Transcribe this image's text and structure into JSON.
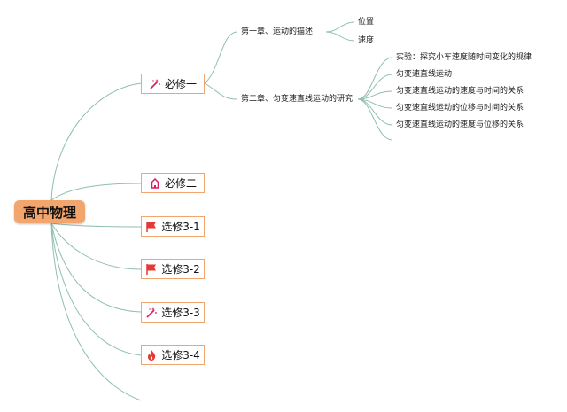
{
  "root": {
    "label": "高中物理"
  },
  "branches": [
    {
      "label": "必修一",
      "icon": "magic-wand-icon",
      "icon_color": "#d81b60"
    },
    {
      "label": "必修二",
      "icon": "home-icon",
      "icon_color": "#d81b60"
    },
    {
      "label": "选修3-1",
      "icon": "flag-icon",
      "icon_color": "#e53935"
    },
    {
      "label": "选修3-2",
      "icon": "flag-icon",
      "icon_color": "#e53935"
    },
    {
      "label": "选修3-3",
      "icon": "magic-wand-icon",
      "icon_color": "#d81b60"
    },
    {
      "label": "选修3-4",
      "icon": "fire-icon",
      "icon_color": "#e53935"
    }
  ],
  "chapters": [
    {
      "label": "第一章、运动的描述",
      "topics": [
        "位置",
        "速度"
      ]
    },
    {
      "label": "第二章、匀变速直线运动的研究",
      "topics": [
        "实验：探究小车速度随时间变化的规律",
        "匀变速直线运动",
        "匀变速直线运动的速度与时间的关系",
        "匀变速直线运动的位移与时间的关系",
        "匀变速直线运动的速度与位移的关系"
      ]
    }
  ],
  "colors": {
    "root_fill": "#f3a56e",
    "node_border": "#f3a56e",
    "connector": "#8fbfae"
  }
}
